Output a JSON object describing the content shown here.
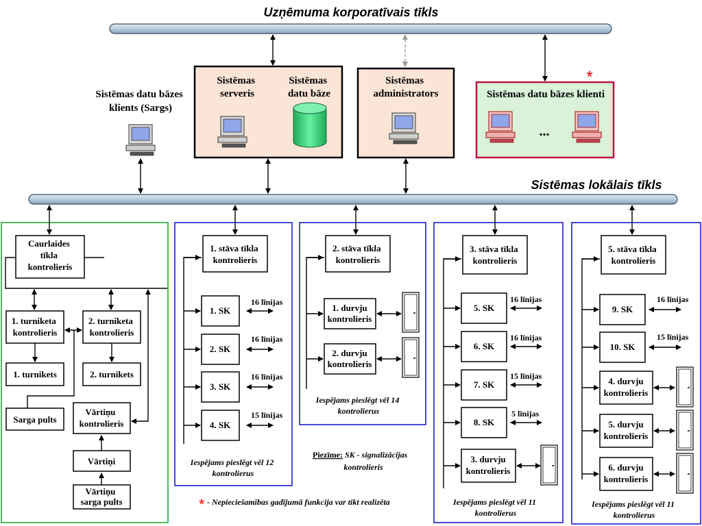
{
  "titles": {
    "corporate_network": "Uzņēmuma korporatīvais tīkls",
    "local_network": "Sistēmas lokālais tīkls"
  },
  "top": {
    "sargs_client": [
      "Sistēmas datu bāzes",
      "klients (Sargs)"
    ],
    "server": [
      "Sistēmas",
      "serveris"
    ],
    "database": [
      "Sistēmas",
      "datu bāze"
    ],
    "admin": [
      "Sistēmas",
      "administrators"
    ],
    "db_clients": "Sistēmas datu bāzes klienti",
    "ellipsis": "...",
    "asterisk": "*"
  },
  "group1": {
    "pass_controller": [
      "Caurlaides",
      "tīkla",
      "kontrolieris"
    ],
    "turnstile_ctrl_1": [
      "1. turniketa",
      "kontrolieris"
    ],
    "turnstile_ctrl_2": [
      "2. turniketa",
      "kontrolieris"
    ],
    "turnstile_1": "1. turnikets",
    "turnstile_2": "2. turnikets",
    "guard_console": "Sarga pults",
    "gate_ctrl": [
      "Vārtiņu",
      "kontrolieris"
    ],
    "gate": "Vārtiņi",
    "gate_guard_console": [
      "Vārtiņu",
      "sarga pults"
    ]
  },
  "group2": {
    "floor_ctrl": [
      "1. stāva tīkla",
      "kontrolieris"
    ],
    "items": [
      {
        "label": "1. SK",
        "lines": "16 līnijas"
      },
      {
        "label": "2. SK",
        "lines": "16 līnijas"
      },
      {
        "label": "3. SK",
        "lines": "16 līnijas"
      },
      {
        "label": "4. SK",
        "lines": "15 līnijas"
      }
    ],
    "note": [
      "Iespējams pieslēgt vēl 12",
      "kontrolierus"
    ]
  },
  "group3": {
    "floor_ctrl": [
      "2. stāva tīkla",
      "kontrolieris"
    ],
    "doors": [
      [
        "1. durvju",
        "kontrolieris"
      ],
      [
        "2. durvju",
        "kontrolieris"
      ]
    ],
    "note": [
      "Iespējams pieslēgt vēl 14",
      "kontrolierus"
    ]
  },
  "group4": {
    "floor_ctrl": [
      "3. stāva tīkla",
      "kontrolieris"
    ],
    "items": [
      {
        "label": "5. SK",
        "lines": "16 līnijas"
      },
      {
        "label": "6. SK",
        "lines": "16 līnijas"
      },
      {
        "label": "7. SK",
        "lines": "15 līnijas"
      },
      {
        "label": "8. SK",
        "lines": "5 līnijas"
      }
    ],
    "door": [
      "3. durvju",
      "kontrolieris"
    ],
    "note": [
      "Iespējams pieslēgt vēl 11",
      "kontrolierus"
    ]
  },
  "group5": {
    "floor_ctrl": [
      "5. stāva tīkla",
      "kontrolieris"
    ],
    "items": [
      {
        "label": "9. SK",
        "lines": "16 līnijas"
      },
      {
        "label": "10. SK",
        "lines": "15 līnijas"
      }
    ],
    "doors": [
      [
        "4. durvju",
        "kontrolieris"
      ],
      [
        "5. durvju",
        "kontrolieris"
      ],
      [
        "6. durvju",
        "kontrolieris"
      ]
    ],
    "note": [
      "Iespējams pieslēgt vēl 11",
      "kontrolierus"
    ]
  },
  "notes": {
    "piezime_label": "Piezīme:",
    "piezime_text_1": " SK - signalizācijas",
    "piezime_text_2": "kontrolieris",
    "footnote_asterisk": "*",
    "footnote": "- Nepieciešamības gadījumā funkcija var tikt realizēta"
  },
  "colors": {
    "bus": "#b8ccdc",
    "server_fill": "#fbe5d6",
    "clients_fill": "#d9f2d9",
    "clients_border": "#c0143c",
    "group1_border": "#22aa33",
    "group_border": "#1a1acc",
    "asterisk": "#ff0000",
    "db_cylinder": "#33d17a"
  }
}
